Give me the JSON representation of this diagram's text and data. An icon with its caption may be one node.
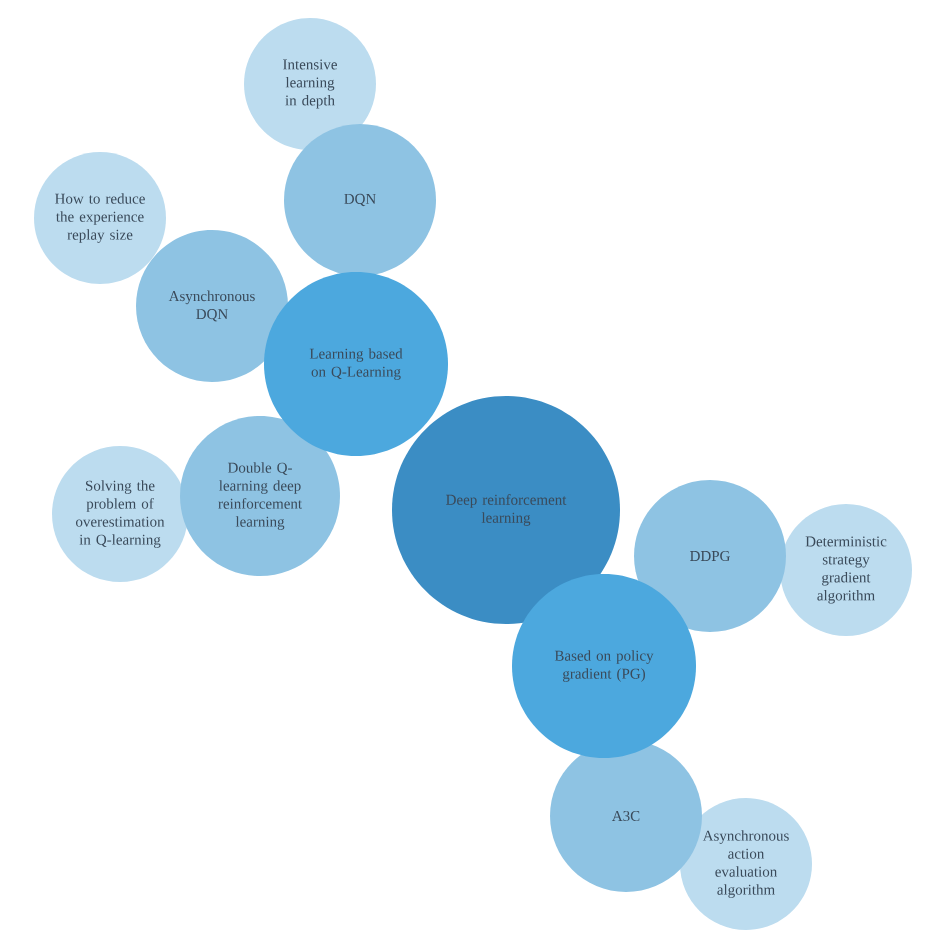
{
  "diagram": {
    "nodes": [
      {
        "text": [
          "Intensive learning in depth"
        ]
      },
      {
        "text": [
          "DQN"
        ]
      },
      {
        "text": [
          "How to reduce the experience replay size"
        ]
      },
      {
        "text": [
          "Asynchronous DQN"
        ]
      },
      {
        "text": [
          "Learning based on Q-Learning"
        ]
      },
      {
        "text": [
          "Solving the problem of overestimation in Q-learning"
        ]
      },
      {
        "text": [
          "Double Q-learning deep reinforcement learning"
        ]
      },
      {
        "text": [
          "Deep reinforcement learning"
        ]
      },
      {
        "text": [
          "DDPG"
        ]
      },
      {
        "text": [
          "Deterministic strategy gradient algorithm"
        ]
      },
      {
        "text": [
          "Based on policy gradient (PG)"
        ]
      },
      {
        "text": [
          "A3C"
        ]
      },
      {
        "text": [
          "Asynchronous action evaluation algorithm"
        ]
      }
    ]
  }
}
